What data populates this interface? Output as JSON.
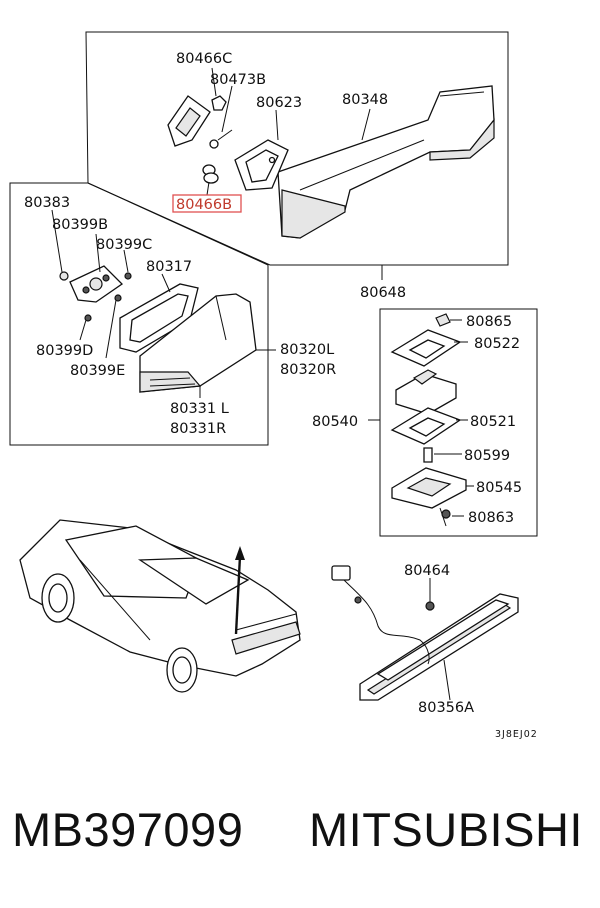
{
  "callouts": {
    "c80466C": "80466C",
    "c80473B": "80473B",
    "c80623": "80623",
    "c80348": "80348",
    "c80466B": "80466B",
    "c80648": "80648",
    "c80383": "80383",
    "c80399B": "80399B",
    "c80399C": "80399C",
    "c80317": "80317",
    "c80399D": "80399D",
    "c80399E": "80399E",
    "c80320L": "80320L",
    "c80320R": "80320R",
    "c80331L": "80331 L",
    "c80331R": "80331R",
    "c80865": "80865",
    "c80522": "80522",
    "c80540": "80540",
    "c80521": "80521",
    "c80599": "80599",
    "c80545": "80545",
    "c80863": "80863",
    "c80464": "80464",
    "c80356A": "80356A"
  },
  "diagram_code": "3J8EJ02",
  "highlight": {
    "part": "80466B",
    "color": "#e05050"
  },
  "footer": {
    "part_number": "MB397099",
    "brand": "MITSUBISHI"
  }
}
